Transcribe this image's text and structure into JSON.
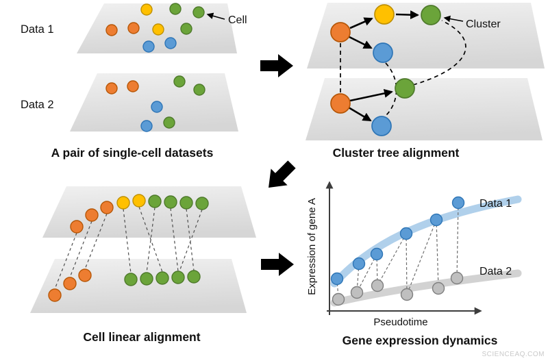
{
  "panels": {
    "pair_datasets": {
      "data1_label": "Data 1",
      "data2_label": "Data 2",
      "cell_annotation": "Cell",
      "caption": "A pair of single-cell datasets"
    },
    "cluster_tree": {
      "cluster_annotation": "Cluster",
      "caption": "Cluster tree alignment"
    },
    "cell_linear": {
      "caption": "Cell linear alignment"
    },
    "gene_dynamics": {
      "y_axis_label": "Expression of gene A",
      "x_axis_label": "Pseudotime",
      "data1_label": "Data 1",
      "data2_label": "Data 2",
      "caption": "Gene expression dynamics"
    }
  },
  "watermark": "SCIENCEAQ.COM",
  "palette": {
    "orange": "#ED7D31",
    "yellow": "#FFC000",
    "green": "#6BA43A",
    "blue": "#5B9BD5",
    "gray_dot": "#BFBFBF",
    "plane_light": "#EFEFEF",
    "plane_dark": "#D8D8D8",
    "curve_data1": "#A9CCE9",
    "curve_data2": "#D0D0D0",
    "arrow_black": "#000000"
  }
}
